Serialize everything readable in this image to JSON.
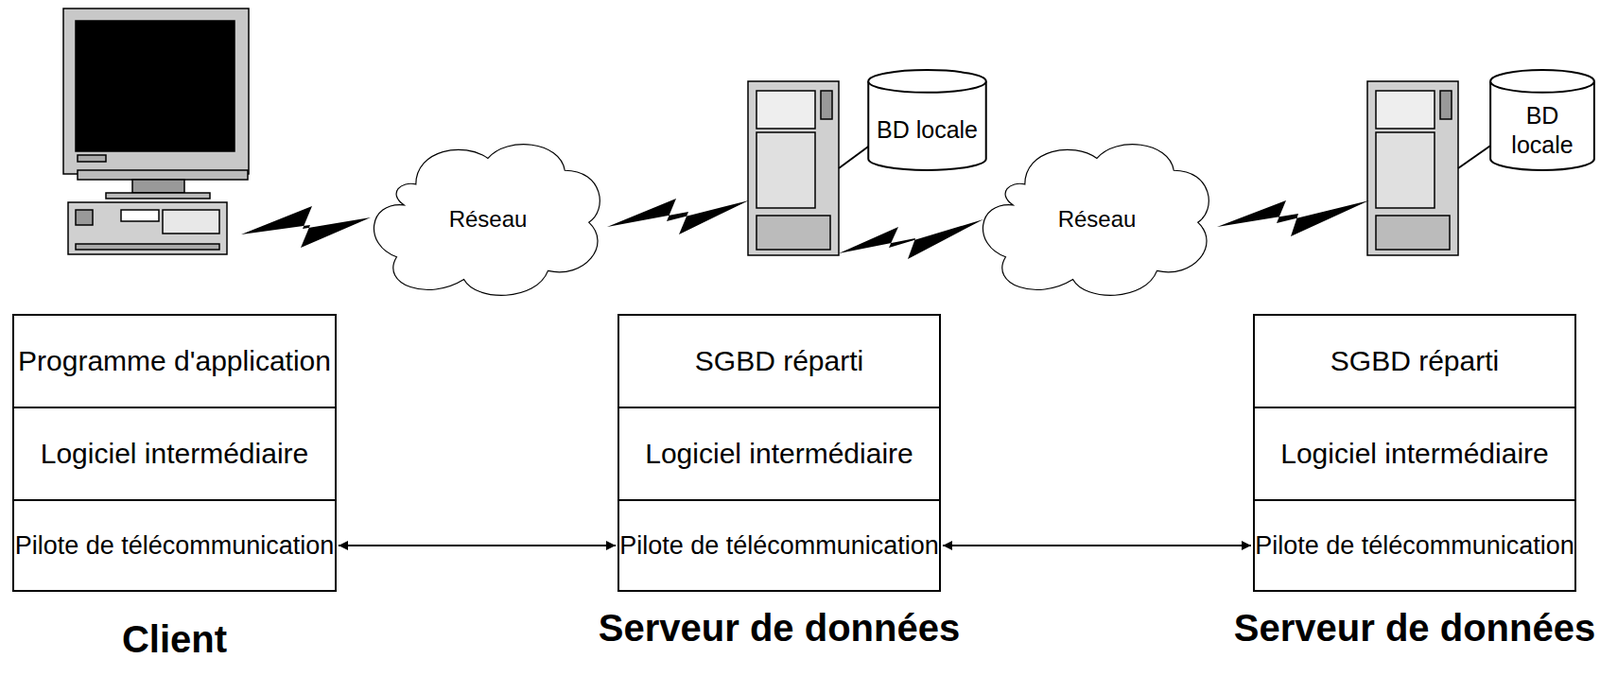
{
  "diagram": {
    "nodes": [
      {
        "text": [
          "Réseau"
        ]
      },
      {
        "text": [
          "BD locale"
        ]
      },
      {
        "text": [
          "Réseau"
        ]
      },
      {
        "text": [
          "BD locale"
        ]
      },
      {
        "text": [
          "Client"
        ]
      },
      {
        "text": [
          "Programme d'application"
        ],
        "in": 4
      },
      {
        "text": [
          "Logiciel intermédiaire"
        ],
        "in": 4
      },
      {
        "text": [
          "Pilote de télécommunication"
        ],
        "in": 4
      },
      {
        "text": [
          "Serveur de données"
        ]
      },
      {
        "text": [
          "SGBD réparti"
        ],
        "in": 8
      },
      {
        "text": [
          "Logiciel intermédiaire"
        ],
        "in": 8
      },
      {
        "text": [
          "Pilote de télécommunication"
        ],
        "in": 8
      },
      {
        "text": [
          "Serveur de données"
        ]
      },
      {
        "text": [
          "SGBD réparti"
        ],
        "in": 12
      },
      {
        "text": [
          "Logiciel intermédiaire"
        ],
        "in": 12
      },
      {
        "text": [
          "Pilote de télécommunication"
        ],
        "in": 12
      }
    ],
    "edges": [
      {
        "from": 7,
        "to": 11,
        "arrow": "both"
      },
      {
        "from": 11,
        "to": 15,
        "arrow": "both"
      }
    ]
  }
}
